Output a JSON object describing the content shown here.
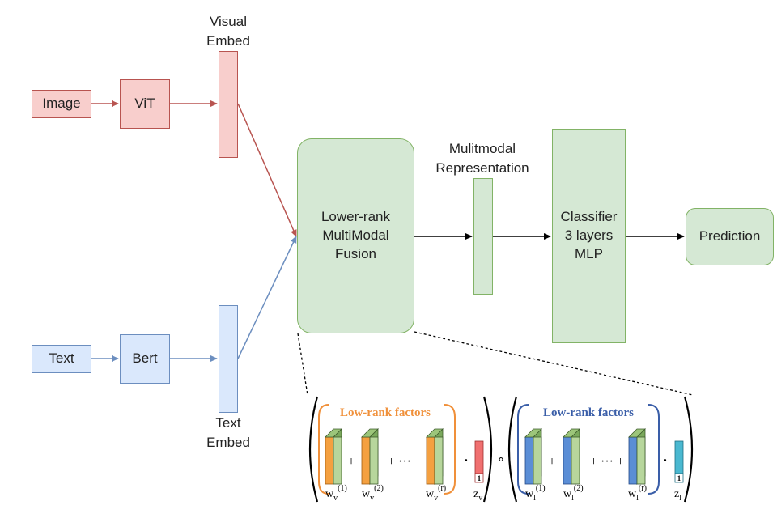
{
  "nodes": {
    "image": "Image",
    "vit": "ViT",
    "visual_embed": "Visual\nEmbed",
    "text": "Text",
    "bert": "Bert",
    "text_embed": "Text\nEmbed",
    "fusion": "Lower-rank\nMultiModal\nFusion",
    "multimodal_rep": "Mulitmodal\nRepresentation",
    "classifier": "Classifier\n3 layers\nMLP",
    "prediction": "Prediction"
  },
  "formula": {
    "visual_factors_title": "Low-rank factors",
    "text_factors_title": "Low-rank factors",
    "plus": "+",
    "ellipsis": "+ ··· +",
    "dot": "·",
    "compose": "∘",
    "one": "1",
    "w": "w",
    "sub_v": "v",
    "sub_l": "l",
    "sup_1": "(1)",
    "sup_2": "(2)",
    "sup_r": "(r)",
    "z": "z"
  },
  "colors": {
    "red_fill": "#f8cecc",
    "red_stroke": "#b85450",
    "blue_fill": "#dae8fc",
    "blue_stroke": "#6c8ebf",
    "green_fill": "#d5e8d4",
    "green_stroke": "#82b366",
    "orange_bracket": "#f0903a",
    "blue_bracket": "#3a5ea8",
    "visual_vector": "#f07070",
    "text_vector": "#4ab8d0"
  }
}
